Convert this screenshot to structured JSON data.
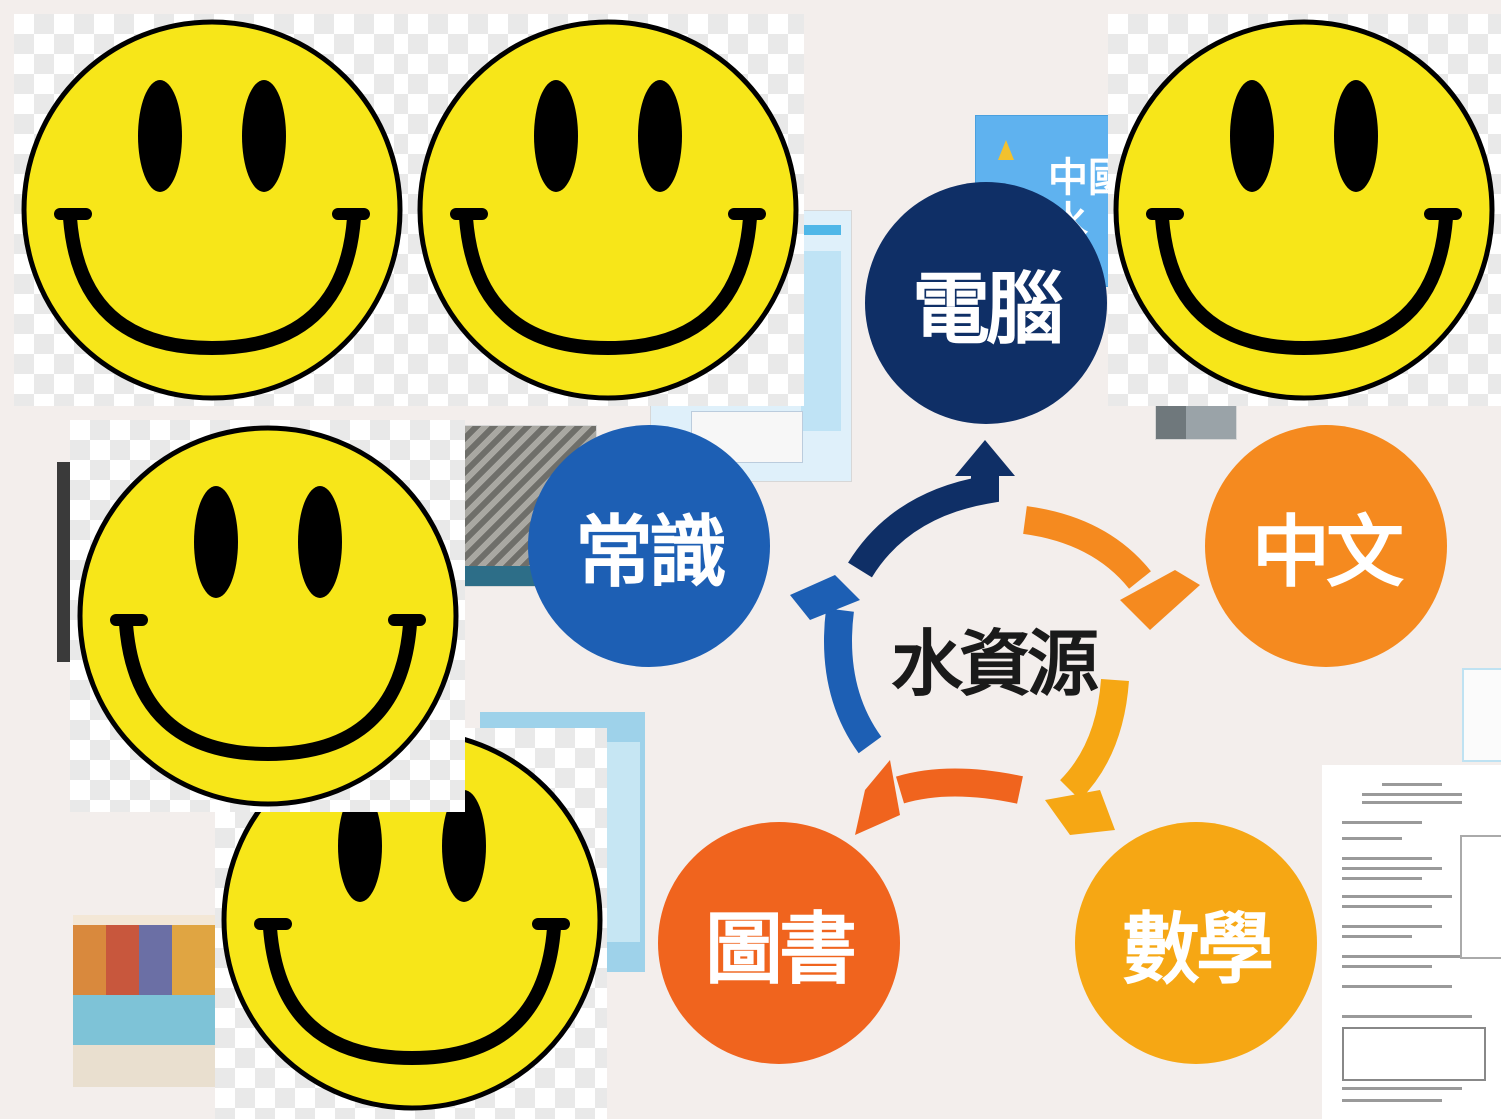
{
  "diagram": {
    "center_label": "水資源",
    "nodes": [
      {
        "key": "computer",
        "label": "電腦",
        "color": "#0f2f66"
      },
      {
        "key": "general",
        "label": "常識",
        "color": "#1d5fb4"
      },
      {
        "key": "chinese",
        "label": "中文",
        "color": "#f58a1f"
      },
      {
        "key": "library",
        "label": "圖書",
        "color": "#f0641e"
      },
      {
        "key": "math",
        "label": "數學",
        "color": "#f6a714"
      }
    ]
  },
  "background": {
    "book_cover_text": "中國\n水"
  },
  "overlay": {
    "smiley_color": "#f7e619",
    "smiley_count": 5
  }
}
